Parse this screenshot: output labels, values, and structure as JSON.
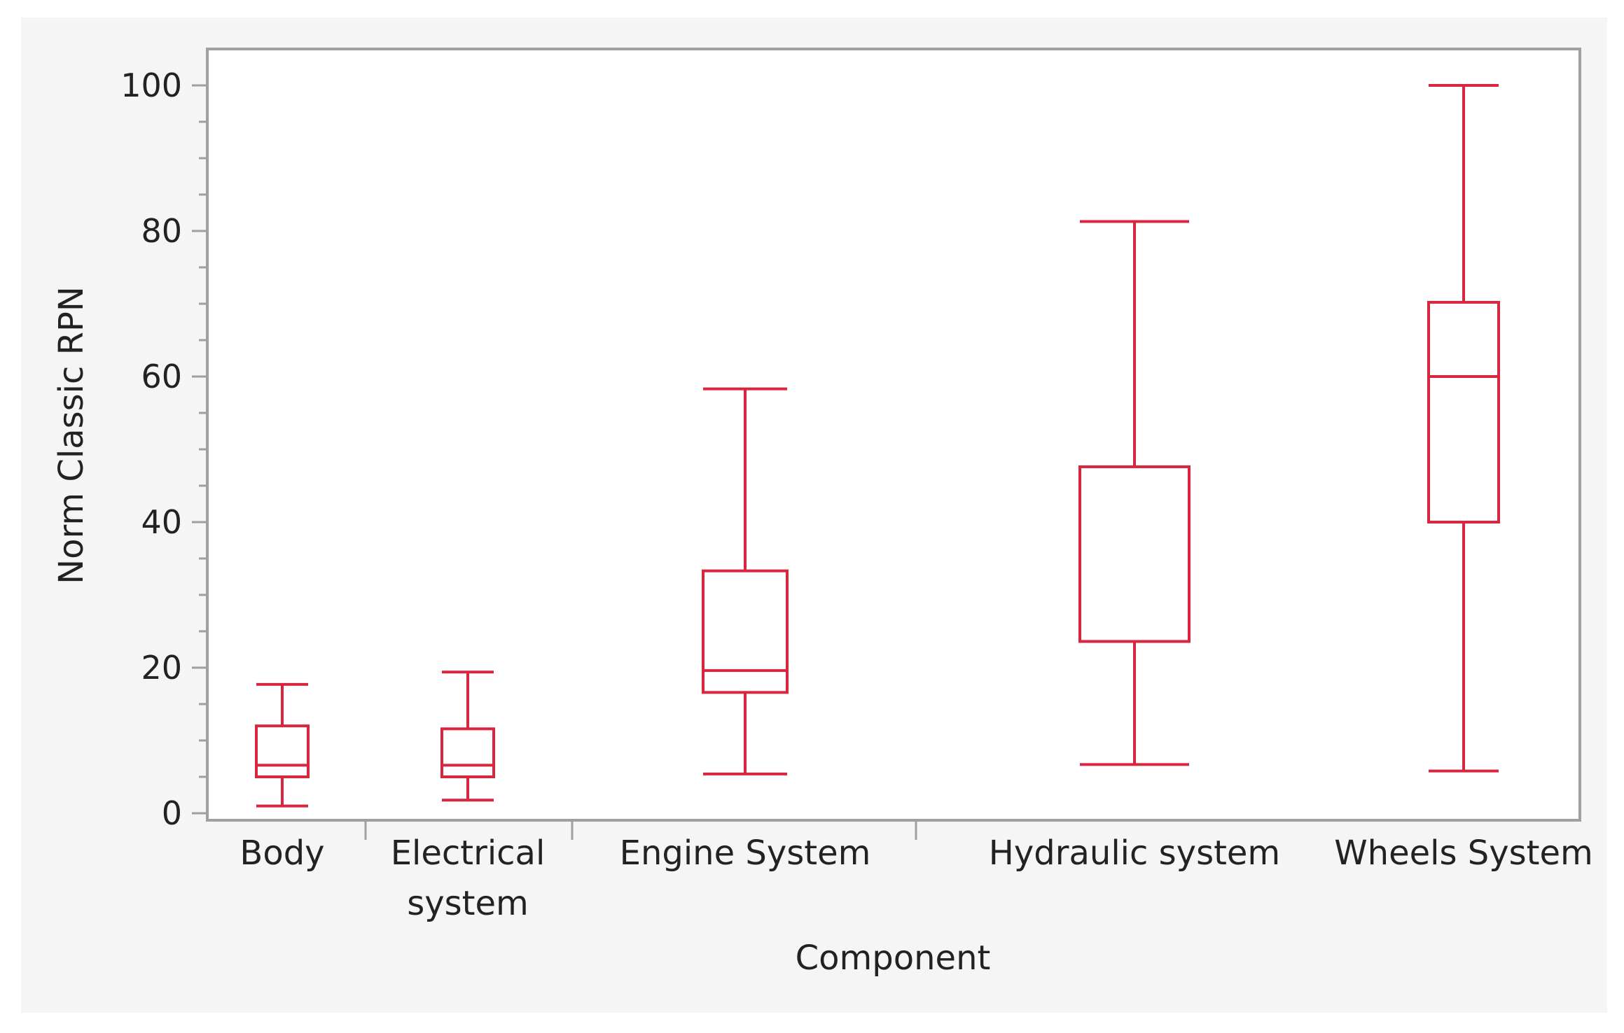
{
  "chart_data": {
    "type": "boxplot",
    "xlabel": "Component",
    "ylabel": "Norm Classic RPN",
    "ylim": [
      0,
      100
    ],
    "yticks": [
      "0",
      "20",
      "40",
      "60",
      "80",
      "100"
    ],
    "color": "#d7263d",
    "categories": [
      {
        "label_lines": [
          "Body"
        ],
        "min": 1,
        "q1": 5,
        "median": 6.6,
        "q3": 12,
        "max": 17.7
      },
      {
        "label_lines": [
          "Electrical",
          "system"
        ],
        "min": 1.8,
        "q1": 5,
        "median": 6.6,
        "q3": 11.6,
        "max": 19.4
      },
      {
        "label_lines": [
          "Engine System"
        ],
        "min": 5.4,
        "q1": 16.6,
        "median": 19.6,
        "q3": 33.3,
        "max": 58.3
      },
      {
        "label_lines": [
          "Hydraulic system"
        ],
        "min": 6.7,
        "q1": 23.6,
        "median": 23.6,
        "q3": 47.6,
        "max": 81.3
      },
      {
        "label_lines": [
          "Wheels System"
        ],
        "min": 5.8,
        "q1": 40,
        "median": 60,
        "q3": 70.2,
        "max": 100
      }
    ]
  }
}
